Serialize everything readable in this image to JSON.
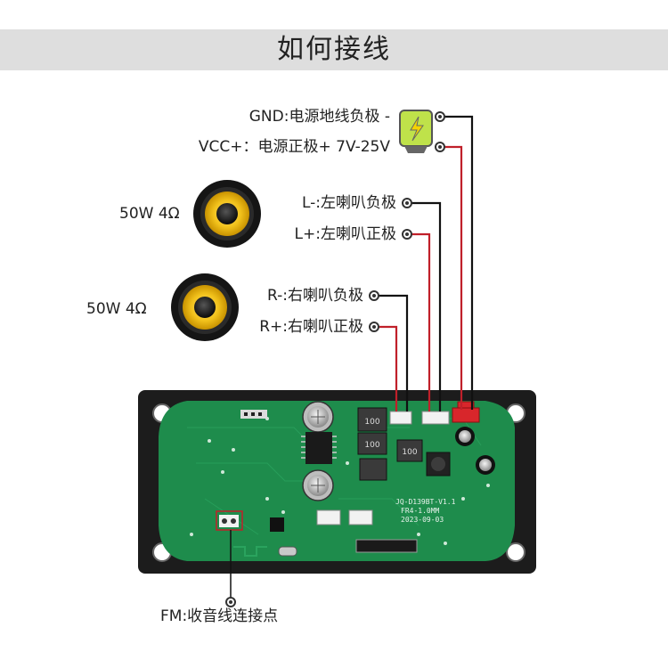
{
  "title": "如何接线",
  "power": {
    "gnd": "GND:电源地线负极 -",
    "vcc": "VCC+：电源正极+ 7V-25V"
  },
  "speakers": [
    {
      "spec": "50W 4Ω"
    },
    {
      "spec": "50W 4Ω"
    }
  ],
  "terminals": {
    "l_minus": "L-:左喇叭负极",
    "l_plus": "L+:左喇叭正极",
    "r_minus": "R-:右喇叭负极",
    "r_plus": "R+:右喇叭正极"
  },
  "fm": "FM:收音线连接点",
  "board": {
    "silk_model": "JQ-D139BT-V1.1",
    "silk_fr": "FR4-1.0MM",
    "silk_date": "2023-09-03",
    "inductor": "100"
  },
  "colors": {
    "wire_negative": "#111111",
    "wire_positive": "#c0202a",
    "pcb": "#1e8c4c",
    "frame": "#1c1c1c",
    "connector_white": "#f2f2f2",
    "connector_red": "#d8262b"
  }
}
